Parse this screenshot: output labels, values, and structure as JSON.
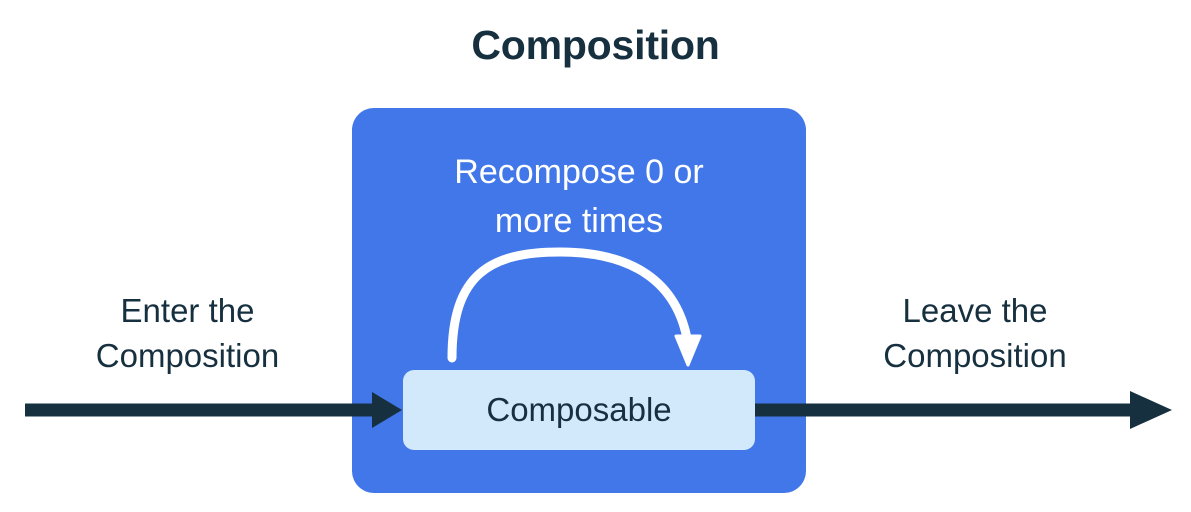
{
  "title": "Composition",
  "panel": {
    "name": "Composition",
    "color": "#4277ea",
    "caption_lines": [
      "Recompose 0 or",
      "more times"
    ],
    "caption_text": "Recompose 0 or more times",
    "caption_color": "#ffffff"
  },
  "composable": {
    "label": "Composable",
    "fill_color": "#d2e9fc",
    "text_color": "#16303f"
  },
  "recompose_arrow": {
    "icon": "curved-loop-arrow-icon",
    "color": "#ffffff",
    "direction": "clockwise-loop-down"
  },
  "flow": {
    "arrow_color": "#16303f",
    "enter": {
      "lines": [
        "Enter the",
        "Composition"
      ],
      "text": "Enter the Composition",
      "arrow_icon": "arrow-right-icon"
    },
    "leave": {
      "lines": [
        "Leave the",
        "Composition"
      ],
      "text": "Leave the Composition",
      "arrow_icon": "arrow-right-icon"
    }
  },
  "colors": {
    "background": "#ffffff",
    "title": "#16303f",
    "accent_blue": "#4277ea",
    "light_blue": "#d2e9fc",
    "dark_navy": "#16303f"
  }
}
